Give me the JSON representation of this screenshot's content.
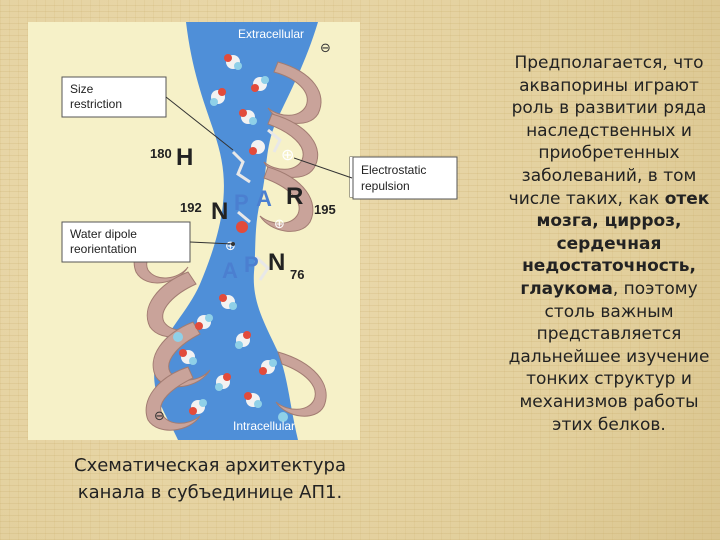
{
  "figure": {
    "labels": {
      "extracellular": "Extracellular",
      "intracellular": "Intracellular",
      "size_restriction": [
        "Size",
        "restriction"
      ],
      "electrostatic": [
        "Electrostatic",
        "repulsion"
      ],
      "water_dipole": [
        "Water dipole",
        "reorientation"
      ]
    },
    "residues": {
      "h": "H",
      "h_num": "180",
      "n": "N",
      "n_num": "192",
      "p1": "P",
      "a1": "A",
      "r": "R",
      "r_num": "195",
      "a2": "A",
      "p2": "P",
      "n2": "N",
      "n2_num": "76"
    },
    "signs": {
      "minus": "⊖",
      "plus": "⊕"
    }
  },
  "caption": [
    "Схематическая архитектура",
    "канала в субъединице АП1."
  ],
  "side_text": {
    "plain1": "Предполагается, что аквапорины играют роль в развитии ряда наследственных и приобретенных заболеваний, в том числе таких, как ",
    "bold1": "отек мозга, цирроз, сердечная недостаточность, глаукома",
    "plain2": ", поэтому столь важным представляется дальнейшее изучение тонких структур и механизмов работы этих белков."
  },
  "colors": {
    "channel": "#4f8fd8",
    "helix": "#c9a39a",
    "box_border": "#555555",
    "residue_blue": "#4b7fd0",
    "residue_dark": "#222222"
  }
}
